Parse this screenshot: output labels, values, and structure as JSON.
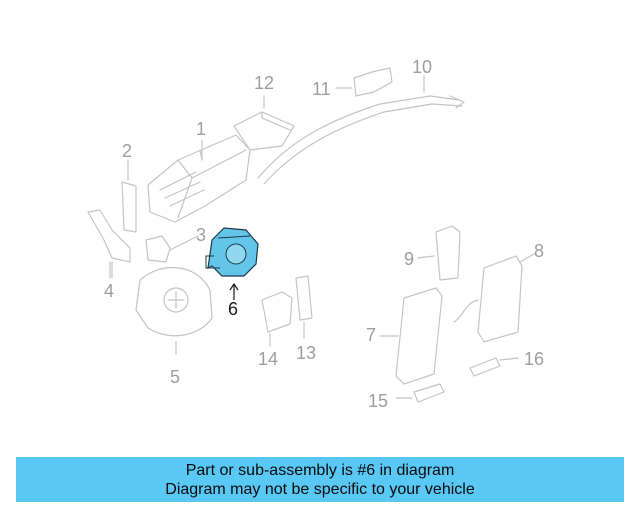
{
  "diagram": {
    "callouts": [
      "1",
      "2",
      "3",
      "4",
      "5",
      "6",
      "7",
      "8",
      "9",
      "10",
      "11",
      "12",
      "13",
      "14",
      "15",
      "16"
    ],
    "highlighted_part": "6",
    "part_color": "#63c6e8",
    "line_color": "#bdbdbd"
  },
  "banner": {
    "line1": "Part or sub-assembly is #6 in diagram",
    "line2": "Diagram may not be specific to your vehicle",
    "background": "#5ac8f5"
  }
}
